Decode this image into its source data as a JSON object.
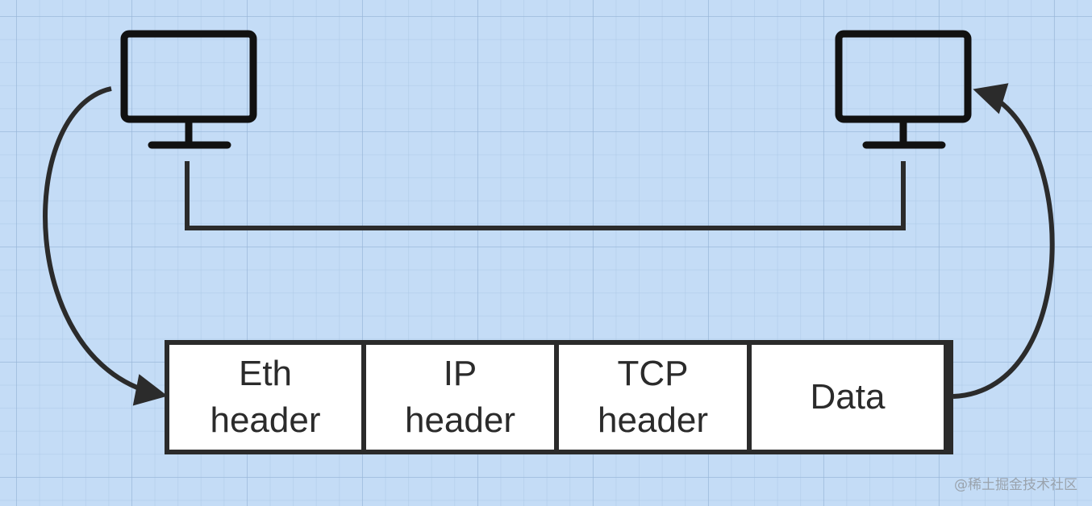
{
  "packet": {
    "segments": [
      {
        "label": "Eth\nheader"
      },
      {
        "label": "IP\nheader"
      },
      {
        "label": "TCP\nheader"
      },
      {
        "label": "Data"
      }
    ]
  },
  "watermark": "@稀土掘金技术社区",
  "colors": {
    "background": "#c4dcf6",
    "stroke": "#2b2b2b",
    "segment_fill": "#ffffff",
    "watermark": "#9aa3ad"
  },
  "icons": [
    "monitor-icon",
    "monitor-icon"
  ]
}
